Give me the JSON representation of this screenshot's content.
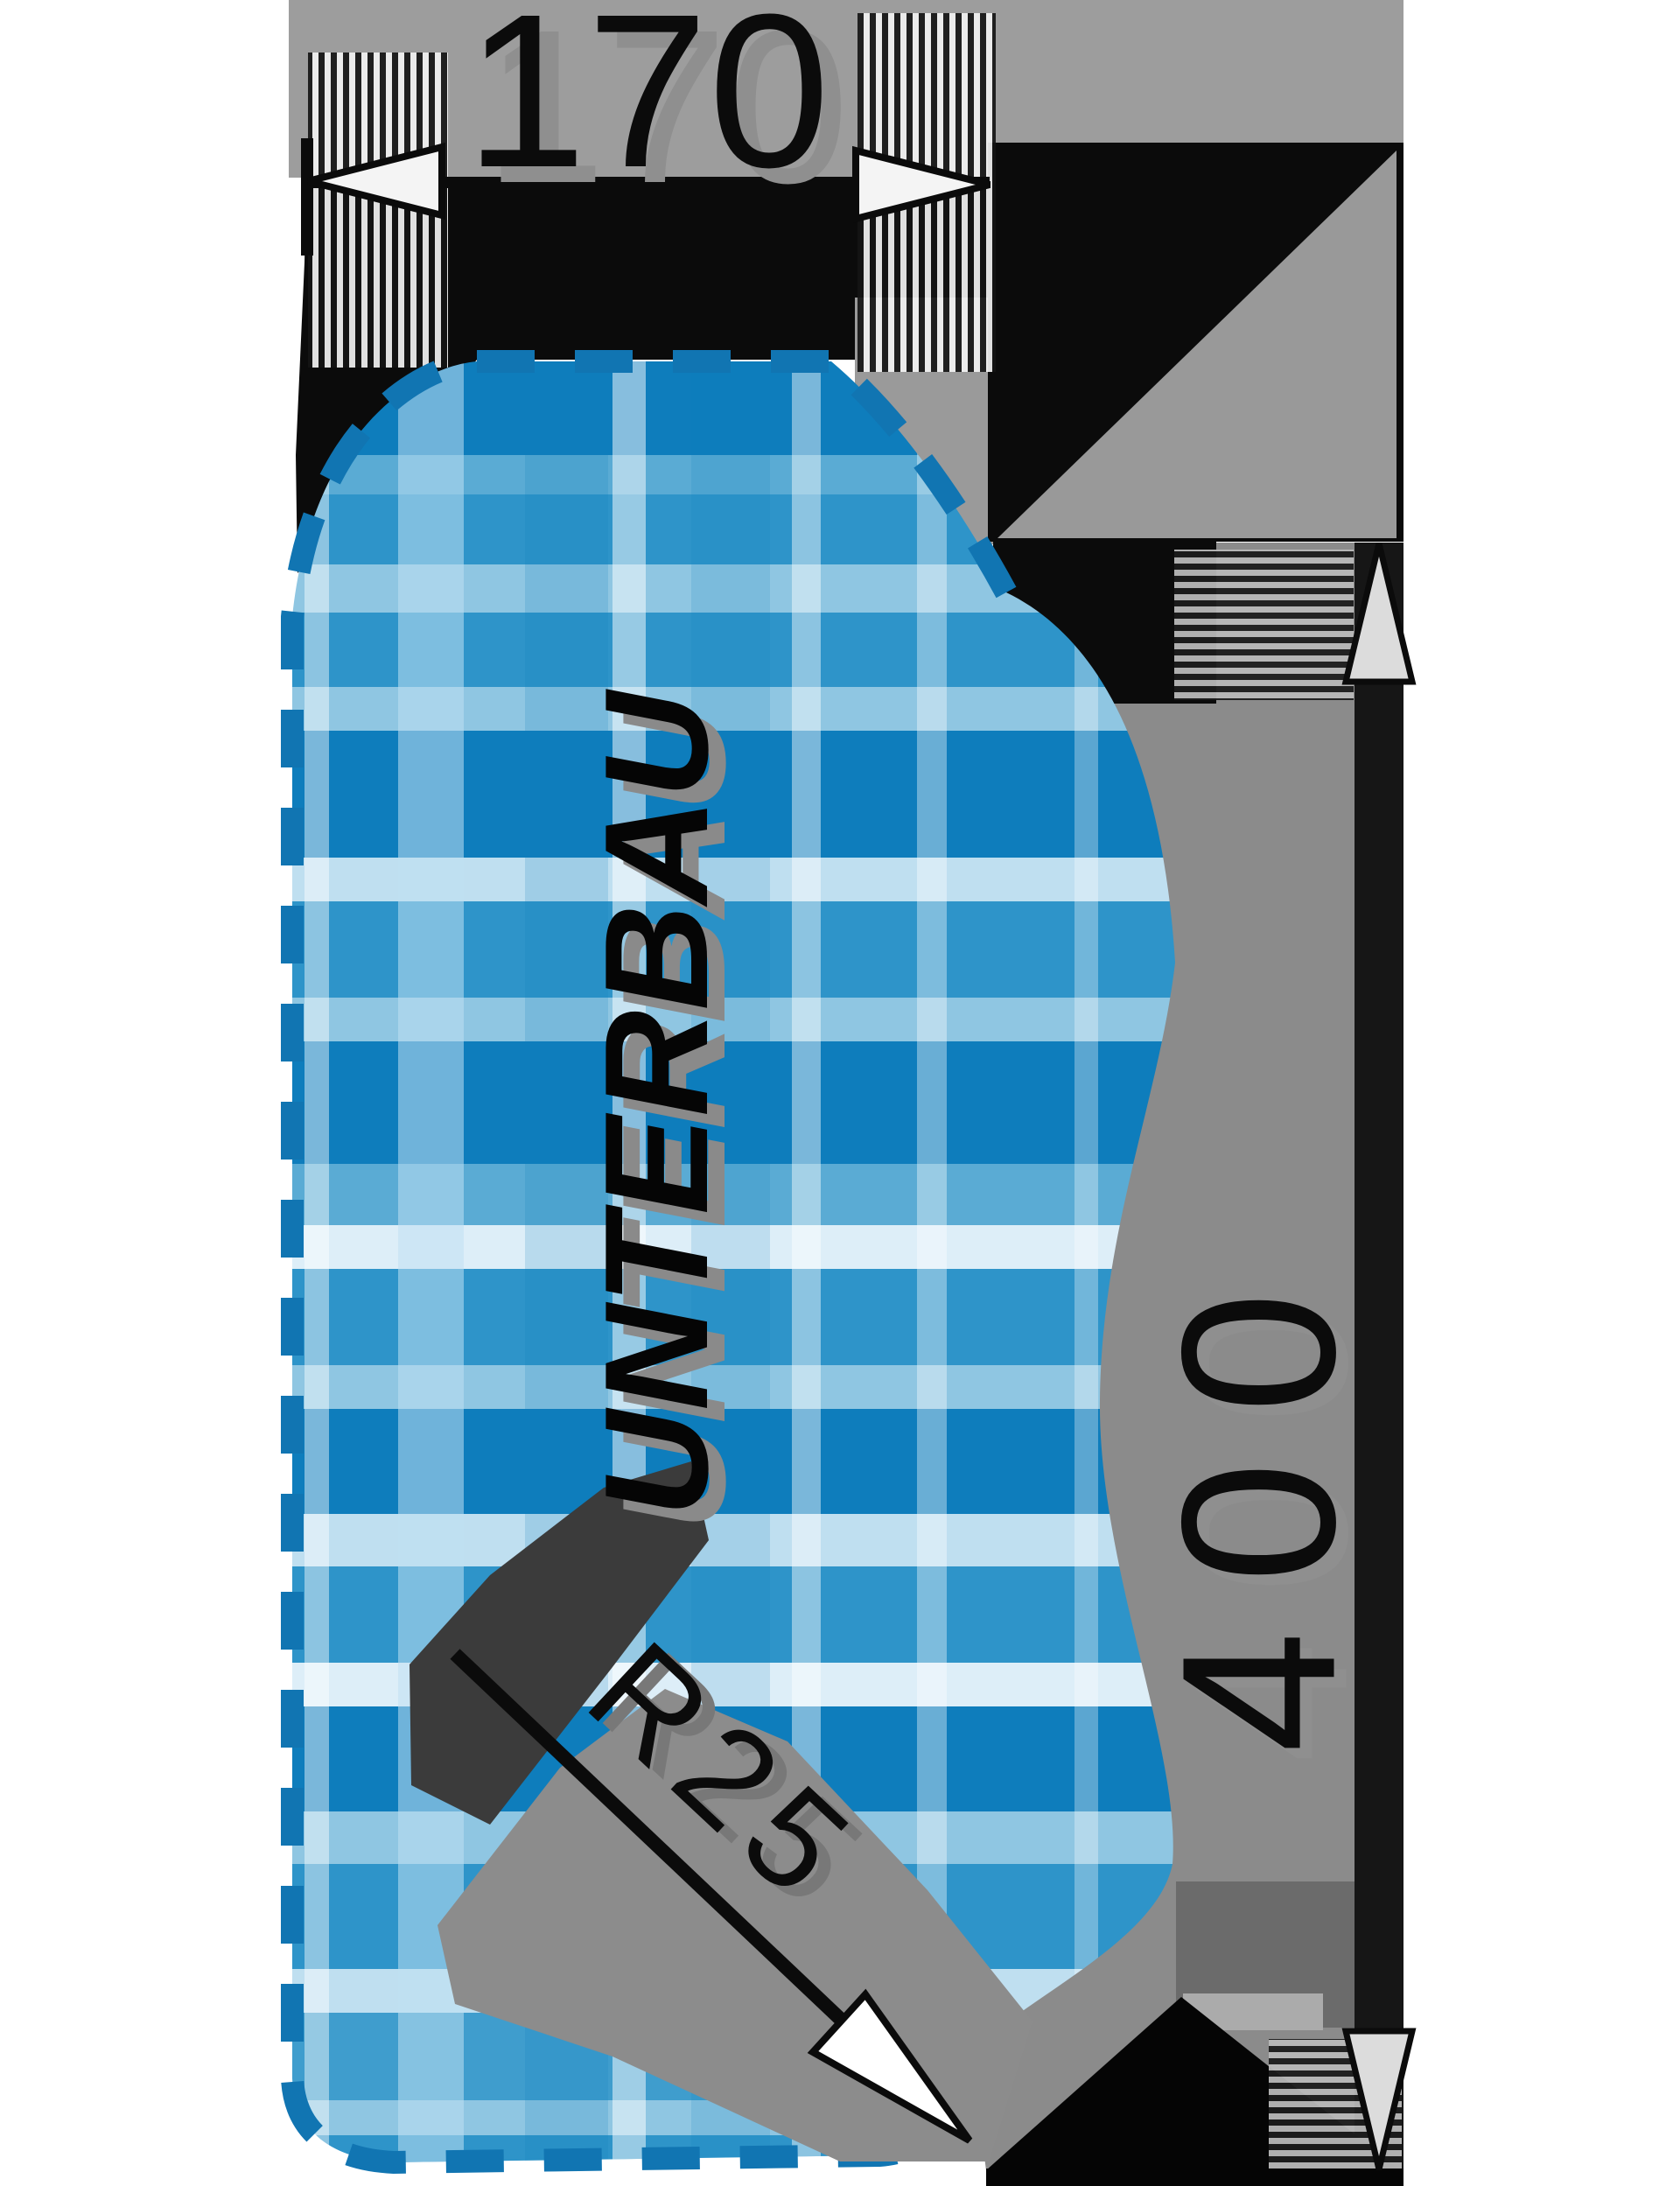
{
  "diagram": {
    "type": "technical-installation-drawing",
    "labels": {
      "width_dim": "170",
      "height_dim": "400",
      "radius": "R25",
      "area": "UNTERBAU"
    },
    "colors": {
      "background": "#ffffff",
      "cutout_fill_dark": "#0e7dbc",
      "cutout_fill_mid": "#2e94c9",
      "cutout_fill_soft": "#5aabd4",
      "cutout_fill_light": "#8fc6e2",
      "cutout_fill_pale": "#c4e1f1",
      "cutout_dash_border": "#1175b2",
      "dimension_ink": "#0b0b0b",
      "artifact_gray_light": "#9d9d9d",
      "artifact_gray_mid": "#8b8b8b",
      "artifact_gray_dark": "#6b6b6b",
      "artifact_black": "#0b0b0b",
      "arrow_fill_width_dim": "#f4f4f4",
      "arrow_fill_height_dim": "#dcdcdc",
      "arrow_fill_leader": "#ffffff"
    },
    "icons": {
      "left_arrow": "dimension-arrowhead-left-icon",
      "right_arrow": "dimension-arrowhead-right-icon",
      "up_arrow": "dimension-arrowhead-up-icon",
      "down_arrow": "dimension-arrowhead-down-icon",
      "leader_arrow": "radius-leader-arrowhead-icon"
    }
  }
}
